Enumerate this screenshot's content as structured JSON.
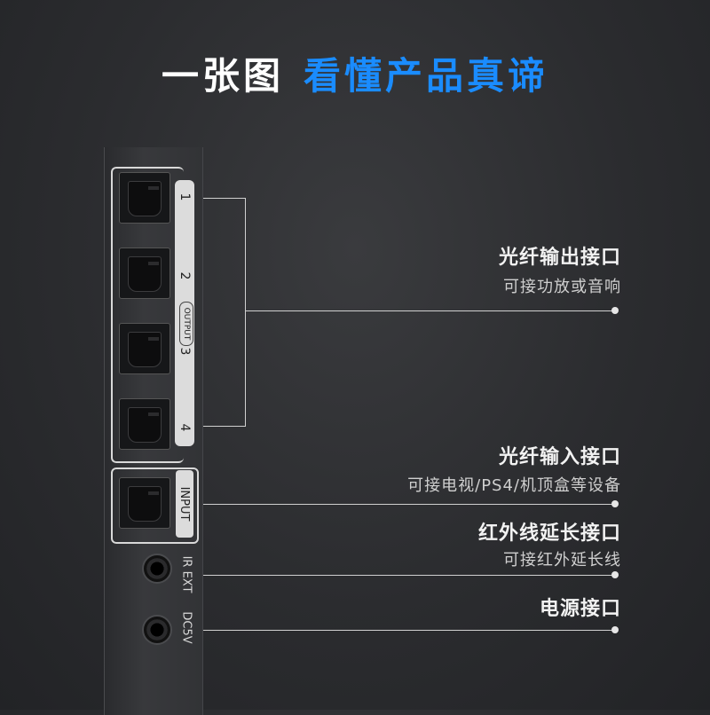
{
  "title": {
    "part1": "一张图",
    "part2": "看懂产品真谛"
  },
  "device": {
    "output_numbers": [
      "1",
      "2",
      "3",
      "4"
    ],
    "output_label": "OUTPUT",
    "input_label": "INPUT",
    "ir_label": "IR EXT",
    "dc_label": "DC5V"
  },
  "callouts": [
    {
      "title": "光纤输出接口",
      "subtitle": "可接功放或音响"
    },
    {
      "title": "光纤输入接口",
      "subtitle": "可接电视/PS4/机顶盒等设备"
    },
    {
      "title": "红外线延长接口",
      "subtitle": "可接红外延长线"
    },
    {
      "title": "电源接口",
      "subtitle": ""
    }
  ],
  "colors": {
    "accent": "#1a8cff",
    "title_white": "#ffffff",
    "background": "#2b2c2f"
  }
}
